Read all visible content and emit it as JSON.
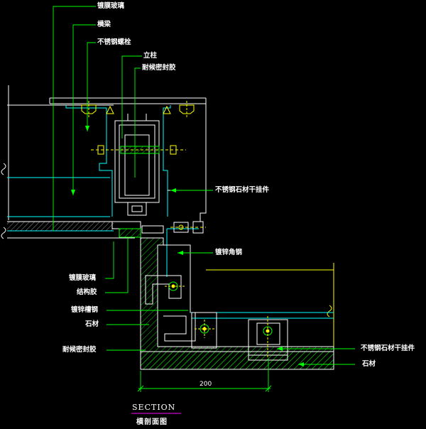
{
  "labels": {
    "coated_glass": "镀膜玻璃",
    "transom": "横梁",
    "stainless_bolt": "不锈钢螺栓",
    "mullion": "立柱",
    "seal_strip": "耐候密封胶",
    "stainless_stone_hanger_1": "不锈钢石材干挂件",
    "galv_angle": "镀锌角钢",
    "coated_glass_2": "镀膜玻璃",
    "structural_glue": "结构胶",
    "galv_channel": "镀锌槽钢",
    "stone_1": "石材",
    "weather_sealant": "耐候密封胶",
    "stainless_stone_hanger_2": "不锈钢石材干挂件",
    "stone_2": "石材"
  },
  "dimension": "200",
  "footer": {
    "title": "SECTION",
    "subtitle": "横剖面图"
  },
  "colors": {
    "background": "#000000",
    "outline": "#ffffff",
    "leader": "#00ff00",
    "structure": "#00ffff",
    "accent": "#ffff00",
    "title_rule": "#ff00ff"
  }
}
